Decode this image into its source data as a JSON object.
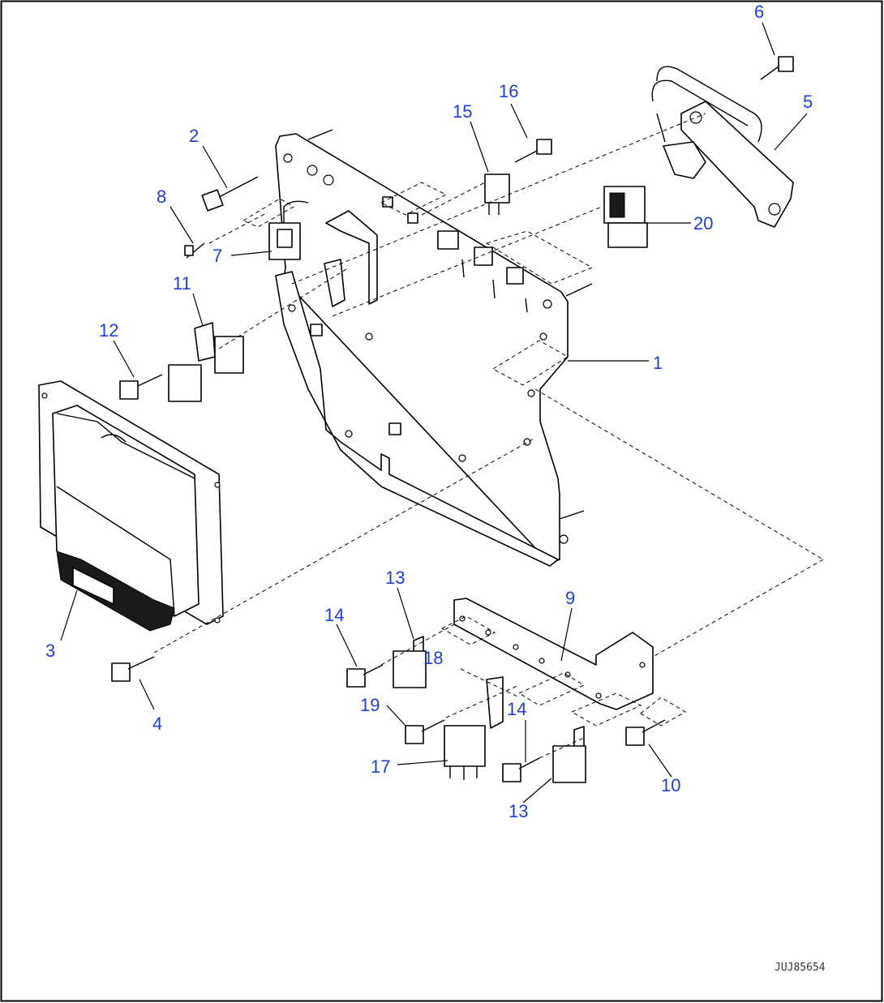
{
  "diagram": {
    "border_color": "#000000",
    "callout_color": "#1f3fd0",
    "drawing_code": "JUJ85654",
    "callouts": [
      "1",
      "2",
      "3",
      "4",
      "5",
      "6",
      "7",
      "8",
      "9",
      "10",
      "11",
      "12",
      "13",
      "13",
      "14",
      "14",
      "15",
      "16",
      "17",
      "18",
      "19",
      "20"
    ]
  }
}
